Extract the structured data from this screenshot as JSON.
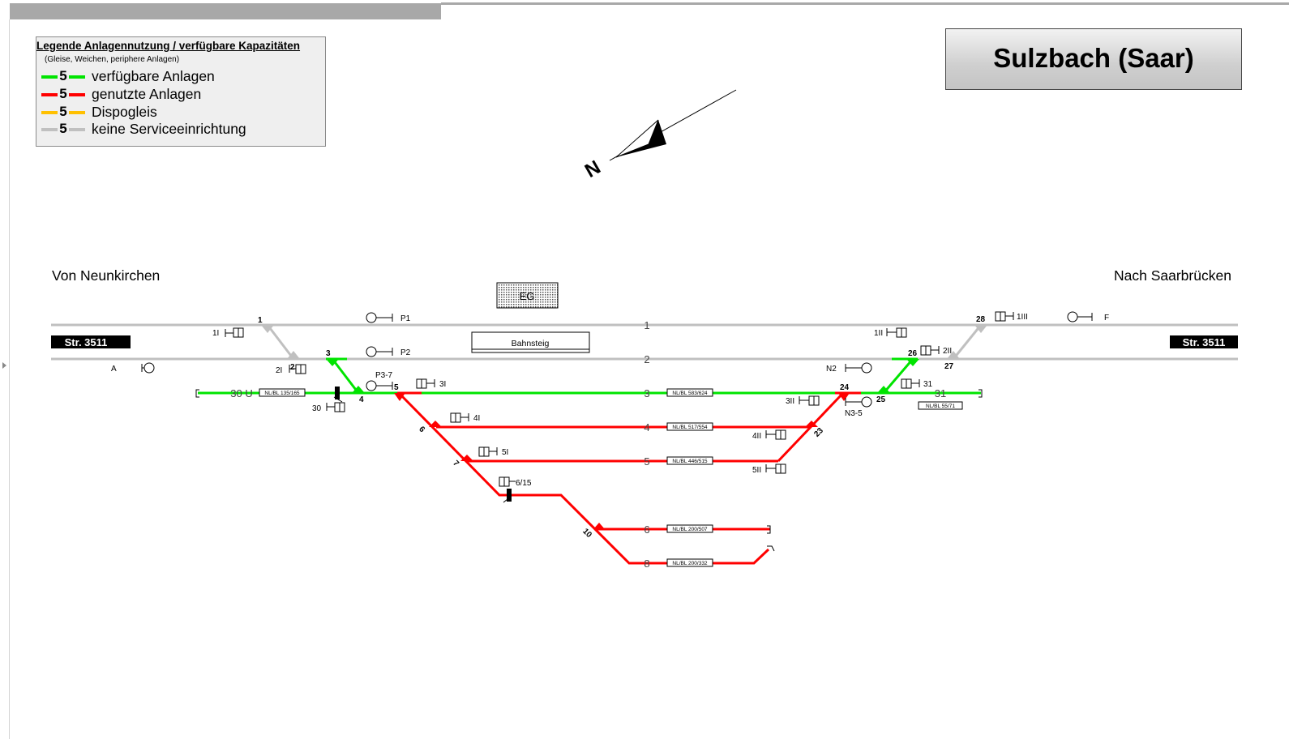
{
  "legend": {
    "title": "Legende Anlagennutzung / verfügbare Kapazitäten",
    "subtitle": "(Gleise, Weichen, periphere Anlagen)",
    "items": [
      {
        "num": "5",
        "label": "verfügbare Anlagen",
        "color": "#00e400"
      },
      {
        "num": "5",
        "label": "genutzte Anlagen",
        "color": "#ff0000"
      },
      {
        "num": "5",
        "label": "Dispogleis",
        "color": "#ffc000"
      },
      {
        "num": "5",
        "label": "keine Serviceeinrichtung",
        "color": "#c0c0c0"
      }
    ]
  },
  "station_title": "Sulzbach (Saar)",
  "north_label": "N",
  "from_label": "Von Neunkirchen",
  "to_label": "Nach Saarbrücken",
  "building_label": "EG",
  "platform_label": "Bahnsteig",
  "line_label_left": "Str. 3511",
  "line_label_right": "Str. 3511",
  "colors": {
    "available": "#00e400",
    "used": "#ff0000",
    "none": "#c0c0c0"
  },
  "tracks": {
    "t1": "1",
    "t2": "2",
    "t3": "3",
    "t4": "4",
    "t5": "5",
    "t6": "6",
    "t8": "8",
    "t30": "30 U",
    "t31": "31"
  },
  "track_lengths": {
    "t30": "NL/BL 135/165",
    "t3": "NL/BL 583/624",
    "t4": "NL/BL 517/554",
    "t5": "NL/BL 446/515",
    "t6": "NL/BL 200/507",
    "t8": "NL/BL 200/332",
    "t31": "NL/BL 55/71"
  },
  "switches": {
    "w1": "1",
    "w2": "2",
    "w3": "3",
    "w4": "4",
    "w5": "5",
    "w6": "6",
    "w7": "7",
    "w10": "10",
    "w23": "23",
    "w24": "24",
    "w25": "25",
    "w26": "26",
    "w27": "27",
    "w28": "28"
  },
  "signals": {
    "s1I": "1I",
    "s2I": "2I",
    "s3I": "3I",
    "s4I": "4I",
    "s5I": "5I",
    "s615": "6/15",
    "s30": "30",
    "s1II": "1II",
    "s2II": "2II",
    "s3II": "3II",
    "s4II": "4II",
    "s5II": "5II",
    "s31": "31",
    "s1III": "1III",
    "A": "A",
    "P1": "P1",
    "P2": "P2",
    "P37": "P3-7",
    "N2": "N2",
    "N35": "N3-5",
    "F": "F"
  }
}
